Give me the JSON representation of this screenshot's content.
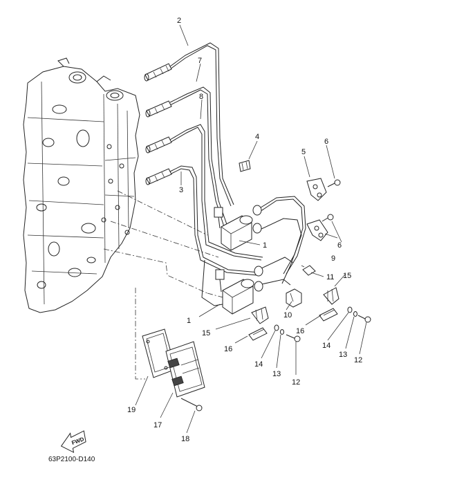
{
  "diagram": {
    "drawing_code": "63P2100-D140",
    "fwd_label": "FWD",
    "callouts": [
      "2",
      "7",
      "8",
      "4",
      "6",
      "5",
      "3",
      "1",
      "6",
      "9",
      "11",
      "15",
      "10",
      "1",
      "15",
      "16",
      "16",
      "14",
      "13",
      "12",
      "14",
      "13",
      "12",
      "19",
      "17",
      "18"
    ]
  },
  "colors": {
    "line": "#222222",
    "background": "#ffffff"
  }
}
